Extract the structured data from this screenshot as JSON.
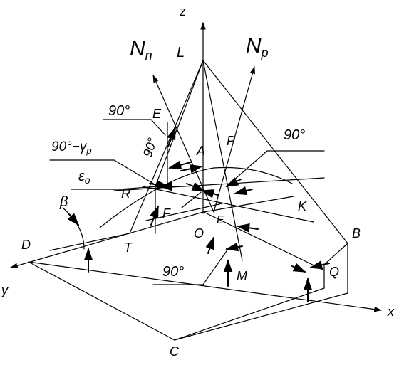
{
  "axes": {
    "z": "z",
    "y": "y",
    "x": "x"
  },
  "vectors": {
    "n_n": "N",
    "n_n_sub": "n",
    "n_p": "N",
    "n_p_sub": "p"
  },
  "points": {
    "L": "L",
    "E_top": "E",
    "A": "A",
    "P": "P",
    "R": "R",
    "F": "F",
    "O": "O",
    "E_mid": "E",
    "K": "K",
    "D": "D",
    "T": "T",
    "M": "M",
    "B": "B",
    "Q": "Q",
    "C": "C"
  },
  "angles": {
    "a90_top": "90°",
    "a90_vertical": "90°",
    "a90_right": "90°",
    "a90_bottom": "90°",
    "alpha_gamma_main": "90°−",
    "alpha_gamma_sym": "γ",
    "alpha_gamma_sub": "p",
    "epsilon_sym": "ε",
    "epsilon_sub": "o",
    "beta": "β"
  }
}
